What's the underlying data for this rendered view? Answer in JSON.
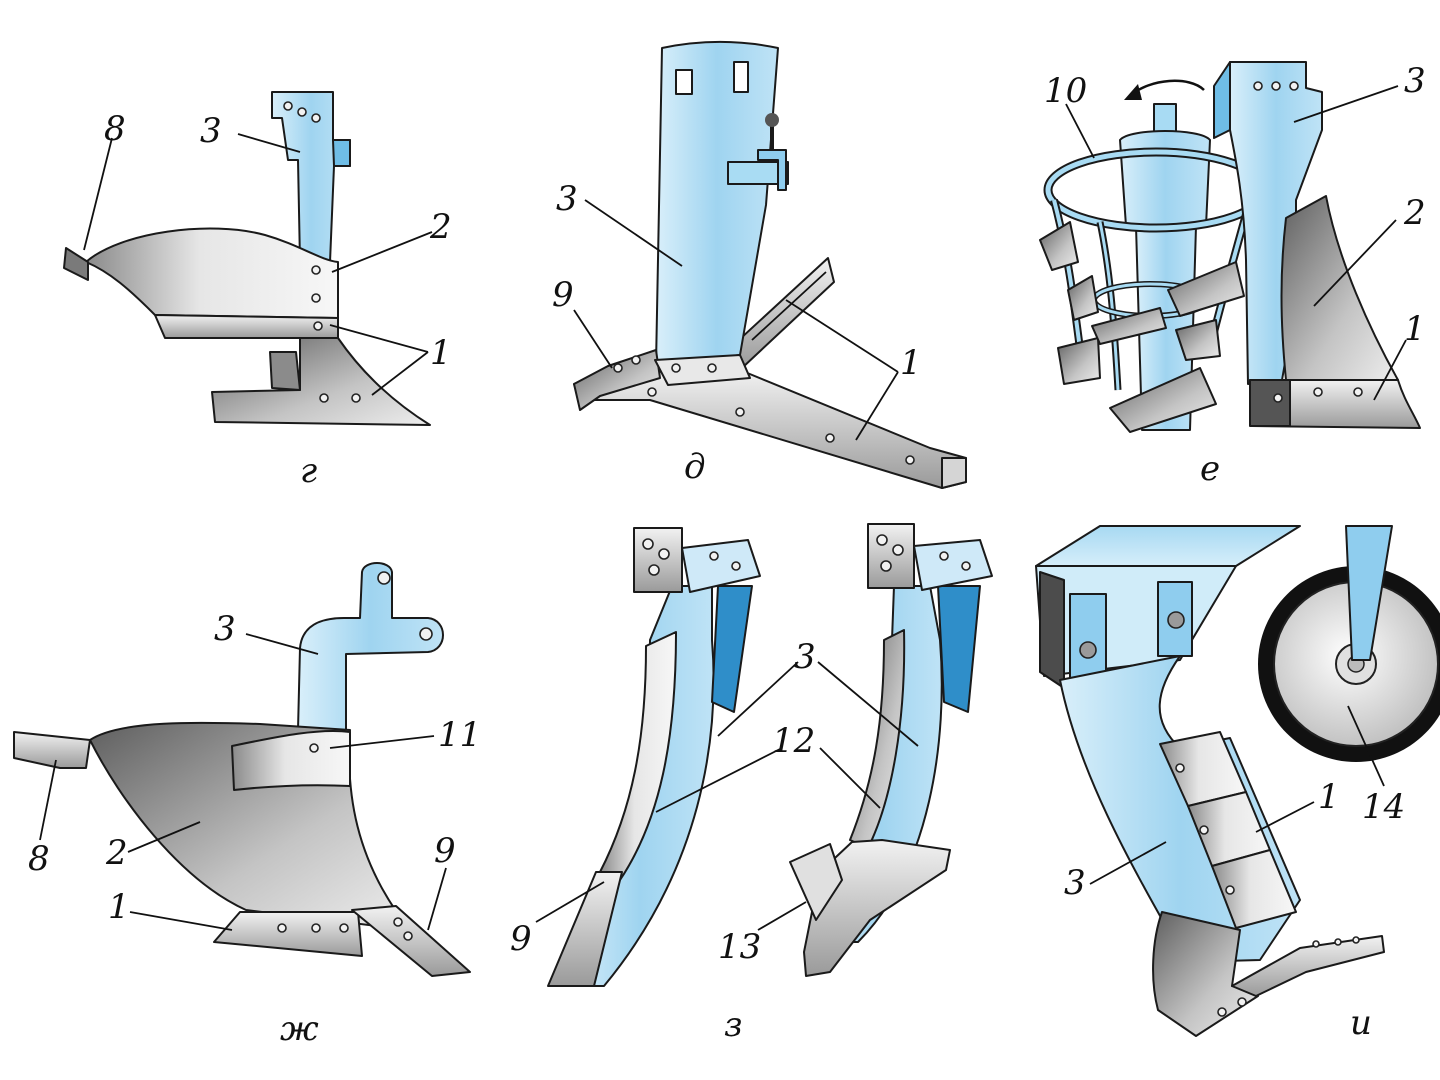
{
  "panels": {
    "g": {
      "caption": "г",
      "labels": {
        "n8": "8",
        "n3": "3",
        "n2": "2",
        "n1": "1"
      }
    },
    "d": {
      "caption": "д",
      "labels": {
        "n3": "3",
        "n9": "9",
        "n1": "1"
      }
    },
    "e": {
      "caption": "е",
      "labels": {
        "n10": "10",
        "n3": "3",
        "n2": "2",
        "n1": "1"
      }
    },
    "zh": {
      "caption": "ж",
      "labels": {
        "n3": "3",
        "n11": "11",
        "n8": "8",
        "n2": "2",
        "n1": "1",
        "n9": "9"
      }
    },
    "z": {
      "caption": "з",
      "labels": {
        "n3": "3",
        "n12": "12",
        "n9": "9",
        "n13": "13"
      }
    },
    "i": {
      "caption": "и",
      "labels": {
        "n1": "1",
        "n14": "14",
        "n3": "3"
      }
    }
  },
  "colors": {
    "blue_light": "#cfe9f8",
    "blue_mid": "#8fcdee",
    "blue_dark": "#3aa0d8",
    "steel_light": "#f0f0f0",
    "steel_mid": "#b9b9b9",
    "steel_dark": "#6d6d6d"
  }
}
